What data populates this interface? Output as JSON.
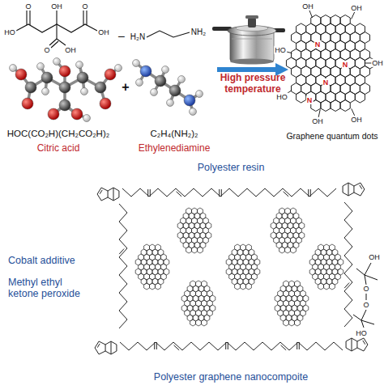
{
  "diagram": {
    "labels": [
      "O",
      "HO",
      "OH",
      "O",
      "OH",
      "O",
      "OH",
      "–",
      "H₂N",
      "NH₂",
      "High pressure temperature",
      "OH",
      "OH",
      "HO",
      "N",
      "N",
      "N",
      "OH",
      "HO",
      "N",
      "OH",
      "OH",
      "+",
      "HOC(CO₂H)(CH₂CO₂H)₂",
      "C₂H₄(NH₂)₂",
      "Graphene quantum dots",
      "Citric acid",
      "Ethylenediamine",
      "Polyester resin",
      "Cobalt additive",
      "Methyl ethyl ketone peroxide",
      "OH",
      "O",
      "O",
      "HO",
      "Polyester graphene nanocompoite"
    ]
  }
}
